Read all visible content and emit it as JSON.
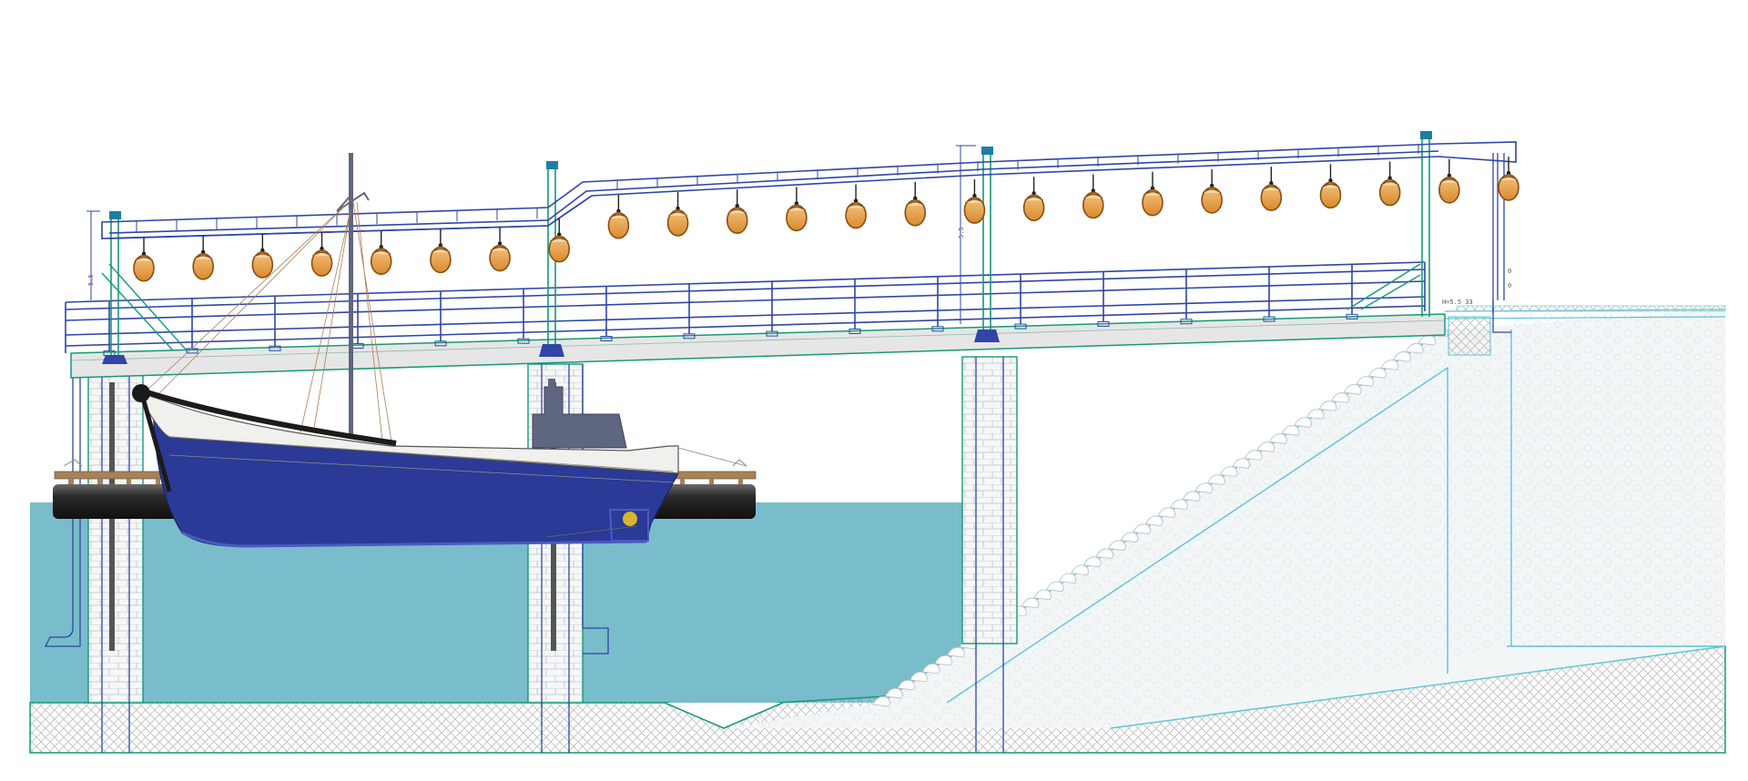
{
  "labels": {
    "dim_left": "5.5",
    "dim_mid": "5.5",
    "dim_right": "0",
    "dim_right2": "0",
    "elevation_note": "H=5.5 33"
  },
  "colors": {
    "water": "#79bccb",
    "ground_hatch": "#cfcfcf",
    "frame_blue": "#3045a6",
    "frame_green": "#139a7a",
    "deck": "#e6e6e6",
    "hull_blue": "#2a3a96",
    "hull_white": "#f0f0ec",
    "cabin": "#5f6680",
    "basket": "#e9a452",
    "dock_wood": "#a4825a",
    "pipe": "#2b2b2b",
    "slope_fill": "#f3f6f7"
  },
  "structure": {
    "basket_count": 24,
    "railing_post_count": 16,
    "pier_count": 4,
    "boat_present": true
  }
}
